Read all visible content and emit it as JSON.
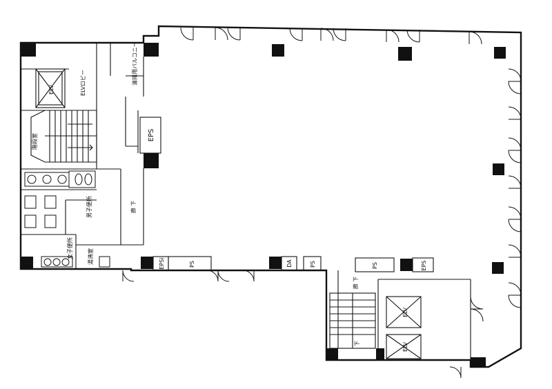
{
  "labels": {
    "elv_lobby": "ELVロビー",
    "elv": "ELV",
    "stair_room": "階段室",
    "eps": "EPS",
    "ps": "PS",
    "epsi": "EPSi",
    "da": "DA",
    "mens_toilet": "男子便所",
    "womens_toilet": "女子便所",
    "pantry": "湯沸室",
    "corridor": "廊 下",
    "cleaning_balcony": "清掃用バルコニー",
    "stair_down": "下"
  }
}
